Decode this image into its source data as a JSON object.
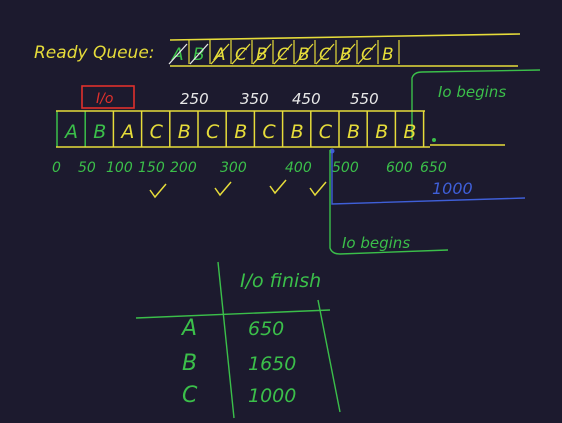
{
  "colors": {
    "background": "#1c1a2e",
    "yellow": "#e6dc3a",
    "green": "#3bbf4a",
    "white": "#e8e8e8",
    "blue": "#3f5fd8",
    "red": "#e0302c"
  },
  "ready_queue": {
    "label": "Ready Queue:",
    "struck_letters": [
      "A",
      "B",
      "A",
      "C",
      "B",
      "C",
      "B",
      "C",
      "B",
      "C"
    ],
    "remaining_letters": [
      "B"
    ]
  },
  "top_note": "I/o",
  "top_times": [
    "250",
    "350",
    "450",
    "550"
  ],
  "io_begins_top": "Io begins",
  "gantt": {
    "cells": [
      "A",
      "B",
      "A",
      "C",
      "B",
      "C",
      "B",
      "C",
      "B",
      "C",
      "B",
      "B",
      "B"
    ],
    "times": [
      "0",
      "50",
      "100",
      "150",
      "200",
      "300",
      "400",
      "500",
      "600",
      "650"
    ],
    "completion_time": "1000",
    "io_begins": "Io begins"
  },
  "io_table": {
    "header": "I/o finish",
    "rows": [
      {
        "process": "A",
        "time": "650"
      },
      {
        "process": "B",
        "time": "1650"
      },
      {
        "process": "C",
        "time": "1000"
      }
    ]
  }
}
